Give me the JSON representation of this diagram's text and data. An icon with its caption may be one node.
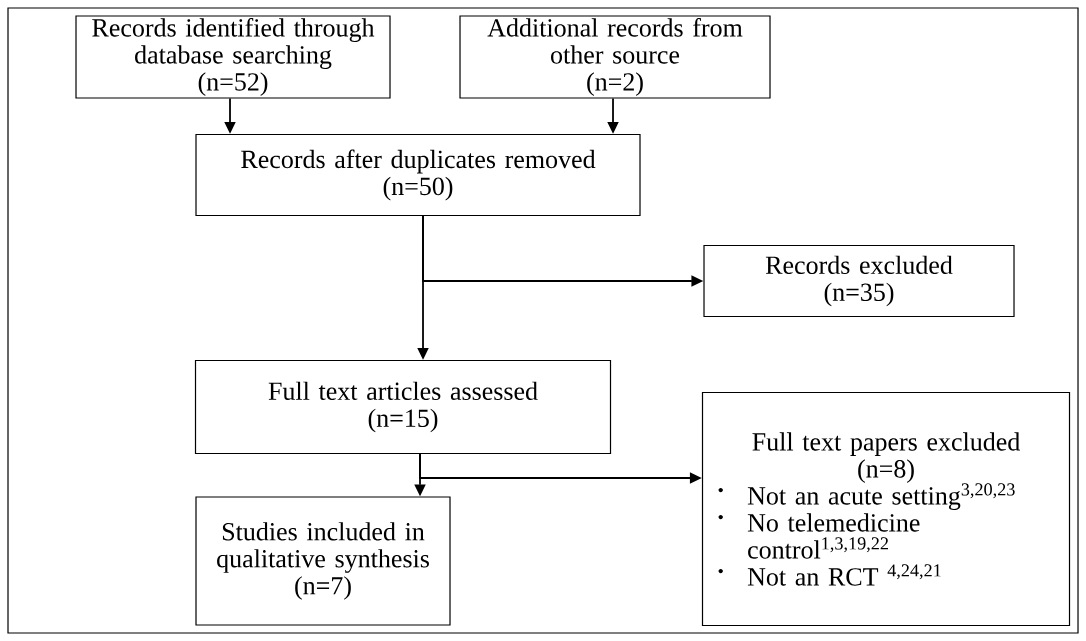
{
  "diagram": {
    "nodes": [
      {
        "text": [
          "Records identified through database searching",
          "(n=52)"
        ]
      },
      {
        "text": [
          "Additional records from other source",
          "(n=2)"
        ]
      },
      {
        "text": [
          "Records after duplicates removed",
          "(n=50)"
        ]
      },
      {
        "text": [
          "Records excluded",
          "(n=35)"
        ]
      },
      {
        "text": [
          "Full text articles assessed",
          "(n=15)"
        ]
      },
      {
        "text": [
          "Full text papers excluded",
          "(n=8)",
          "Not an acute setting$^{3,20,23}$",
          "No telemedicine control$^{1,3,19,22}$",
          "Not an RCT $^{4,24,21}$"
        ]
      },
      {
        "text": [
          "Studies included in qualitative synthesis",
          "(n=7)"
        ]
      }
    ],
    "edges": [
      {
        "from": 0,
        "to": 2,
        "arrow": "to"
      },
      {
        "from": 1,
        "to": 2,
        "arrow": "to"
      },
      {
        "from": 2,
        "to": 4,
        "arrow": "to"
      },
      {
        "from": 2,
        "to": 3,
        "arrow": "to"
      },
      {
        "from": 4,
        "to": 6,
        "arrow": "to"
      },
      {
        "from": 4,
        "to": 5,
        "arrow": "to"
      }
    ]
  }
}
